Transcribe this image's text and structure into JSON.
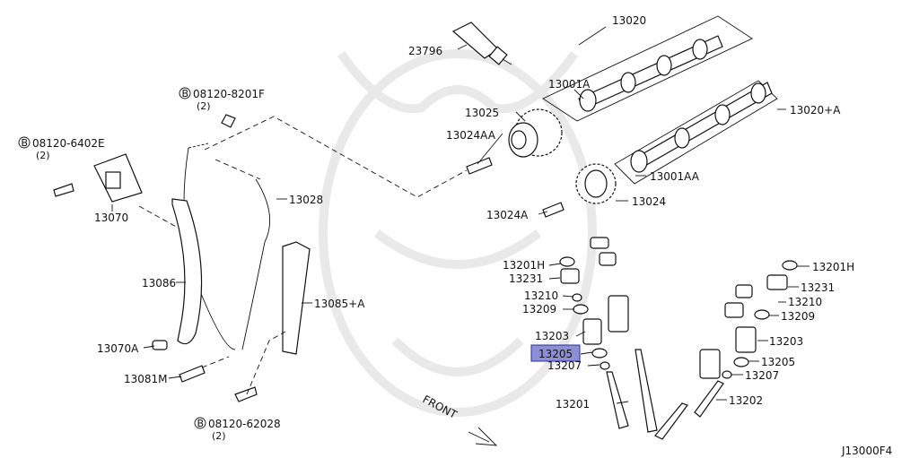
{
  "diagram_code": "J13000F4",
  "front_label": "FRONT",
  "parts": {
    "p13020": "13020",
    "p23796": "23796",
    "p13001a": "13001A",
    "p13025": "13025",
    "p13020a": "13020+A",
    "p13024aa": "13024AA",
    "p13001aa": "13001AA",
    "p13028": "13028",
    "p13024a": "13024A",
    "p13024": "13024",
    "p13070": "13070",
    "p13086": "13086",
    "p13085a": "13085+A",
    "p13070a": "13070A",
    "p13081m": "13081M",
    "l_13201h": "13201H",
    "l_13231": "13231",
    "l_13210": "13210",
    "l_13209": "13209",
    "l_13203": "13203",
    "l_13205": "13205",
    "l_13207": "13207",
    "l_13201": "13201",
    "r_13201h": "13201H",
    "r_13231": "13231",
    "r_13210": "13210",
    "r_13209": "13209",
    "r_13203": "13203",
    "r_13205": "13205",
    "r_13207": "13207",
    "r_13202": "13202"
  },
  "bolts": {
    "b1_code": "08120-8201F",
    "b1_qty": "(2)",
    "b2_code": "08120-6402E",
    "b2_qty": "(2)",
    "b3_code": "08120-62028",
    "b3_qty": "(2)"
  },
  "bolt_symbol": "B",
  "highlighted_part": "13205",
  "colors": {
    "highlight": "#8c8fd6",
    "line": "#111111"
  }
}
